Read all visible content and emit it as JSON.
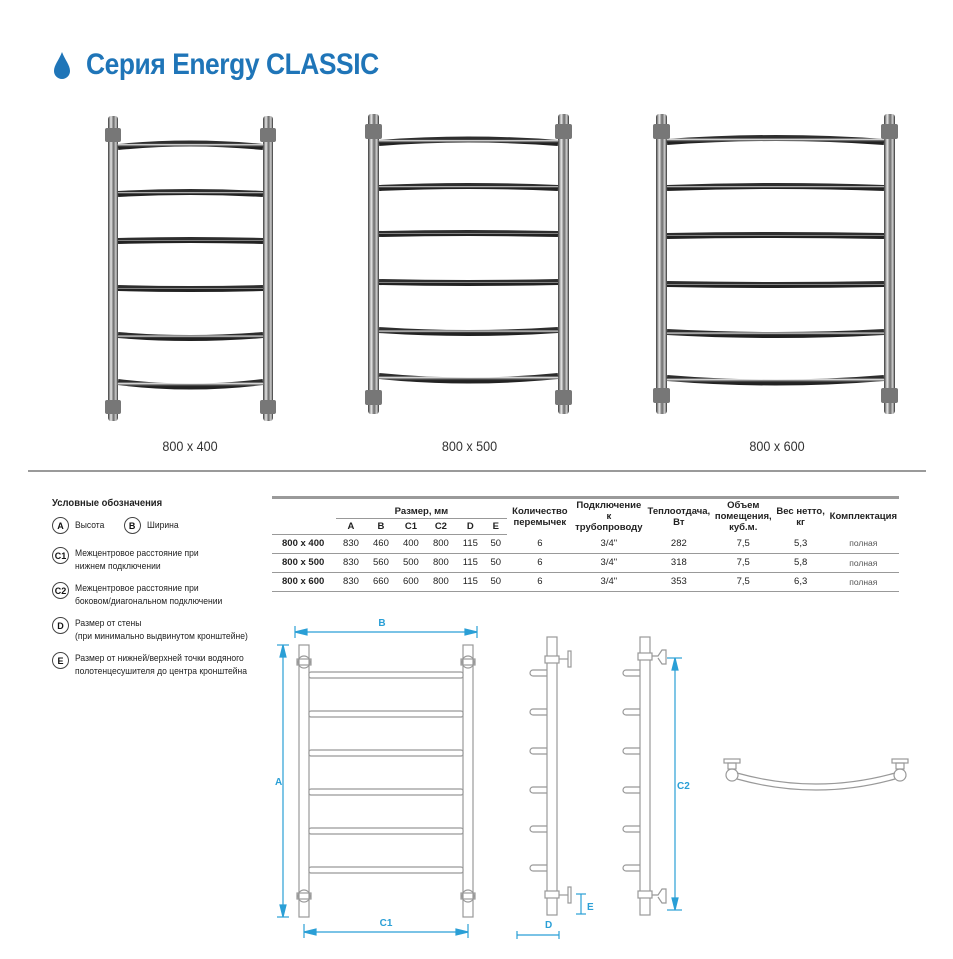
{
  "header": {
    "title": "Серия Energy CLASSIC",
    "accent_color": "#1f75b8",
    "icon": "water-drop-icon"
  },
  "products": [
    {
      "label": "800 x 400",
      "rungs": 6
    },
    {
      "label": "800 x 500",
      "rungs": 6
    },
    {
      "label": "800 x 600",
      "rungs": 6
    }
  ],
  "legend": {
    "heading": "Условные обозначения",
    "items": [
      {
        "key": "A",
        "text": "Высота"
      },
      {
        "key": "B",
        "text": "Ширина"
      },
      {
        "key": "C1",
        "line1": "Межцентровое расстояние при",
        "line2": "нижнем подключении"
      },
      {
        "key": "C2",
        "line1": "Межцентровое расстояние при",
        "line2": "боковом/диагональном подключении"
      },
      {
        "key": "D",
        "line1": "Размер от стены",
        "line2": "(при минимально выдвинутом кронштейне)"
      },
      {
        "key": "E",
        "line1": "Размер от нижней/верхней точки водяного",
        "line2": "полотенцесушителя до центра кронштейна"
      }
    ]
  },
  "table": {
    "size_group": "Размер, мм",
    "size_cols": [
      "A",
      "B",
      "C1",
      "C2",
      "D",
      "E"
    ],
    "cols": [
      {
        "line1": "Количество",
        "line2": "перемычек"
      },
      {
        "line1": "Подключение",
        "line2": "к трубопроводу"
      },
      {
        "line1": "Теплоотдача,",
        "line2": "Вт"
      },
      {
        "line1": "Объем",
        "line2": "помещения,",
        "line3": "куб.м."
      },
      {
        "line1": "Вес нетто,",
        "line2": "кг"
      },
      {
        "line1": "Комплектация"
      }
    ],
    "rows": [
      {
        "model": "800 x 400",
        "A": "830",
        "B": "460",
        "C1": "400",
        "C2": "800",
        "D": "115",
        "E": "50",
        "rungs": "6",
        "connection": "3/4\"",
        "heat": "282",
        "volume": "7,5",
        "weight": "5,3",
        "kit": "полная"
      },
      {
        "model": "800 x 500",
        "A": "830",
        "B": "560",
        "C1": "500",
        "C2": "800",
        "D": "115",
        "E": "50",
        "rungs": "6",
        "connection": "3/4\"",
        "heat": "318",
        "volume": "7,5",
        "weight": "5,8",
        "kit": "полная"
      },
      {
        "model": "800 x 600",
        "A": "830",
        "B": "660",
        "C1": "600",
        "C2": "800",
        "D": "115",
        "E": "50",
        "rungs": "6",
        "connection": "3/4\"",
        "heat": "353",
        "volume": "7,5",
        "weight": "6,3",
        "kit": "полная"
      }
    ]
  },
  "diagrams": {
    "front": {
      "dim_width": "B",
      "dim_height": "A",
      "dim_center": "C1"
    },
    "side_bottom": {
      "dim_depth": "D",
      "dim_offset": "E"
    },
    "side_lateral": {
      "dim_center": "C2"
    },
    "dim_color": "#2a9fd6"
  }
}
